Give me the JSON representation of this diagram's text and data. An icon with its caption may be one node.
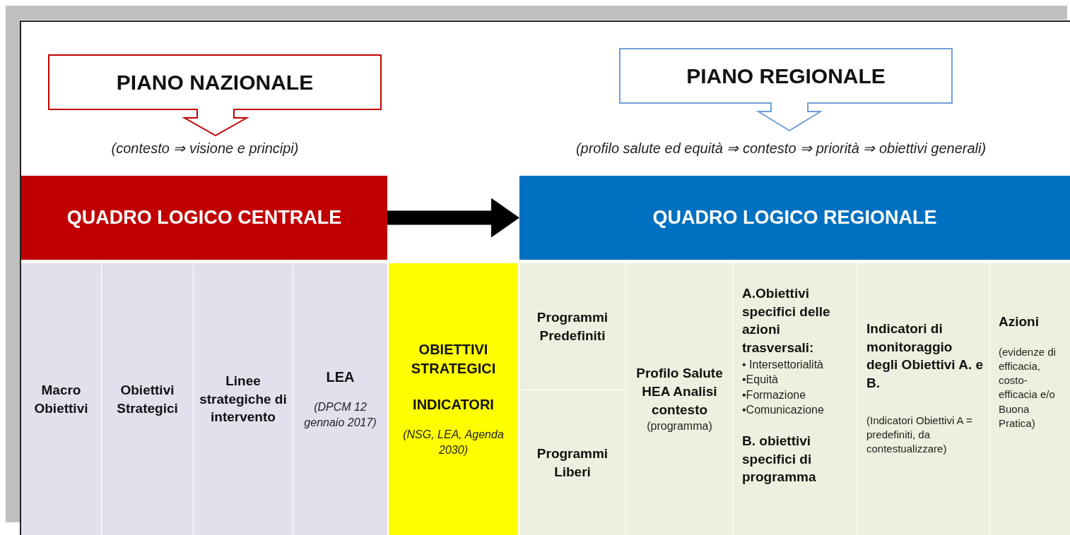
{
  "diagram": {
    "nodes": [
      {
        "text": [
          "PIANO NAZIONALE"
        ],
        "beside": [
          "(contesto ⇒ visione e principi)"
        ]
      },
      {
        "text": [
          "PIANO REGIONALE"
        ],
        "beside": [
          "(profilo salute ed equità ⇒ contesto ⇒ priorità ⇒ obiettivi generali)"
        ]
      },
      {
        "text": [
          "QUADRO LOGICO CENTRALE"
        ]
      },
      {
        "text": [
          "QUADRO LOGICO REGIONALE"
        ]
      },
      {
        "text": [
          "Macro Obiettivi"
        ]
      },
      {
        "text": [
          "Obiettivi Strategici"
        ]
      },
      {
        "text": [
          "Linee strategiche di intervento"
        ]
      },
      {
        "text": [
          "LEA",
          "(DPCM 12 gennaio 2017)"
        ]
      },
      {
        "text": [
          "OBIETTIVI STRATEGICI",
          "INDICATORI",
          "(NSG, LEA, Agenda 2030)"
        ]
      },
      {
        "text": [
          "Programmi Predefiniti"
        ]
      },
      {
        "text": [
          "Programmi Liberi"
        ]
      },
      {
        "text": [
          "Profilo Salute HEA Analisi contesto",
          "(programma)"
        ]
      },
      {
        "text": [
          "A.Obiettivi specifici delle azioni trasversali:",
          "• Intersettorialità",
          "•Equità",
          "•Formazione",
          "•Comunicazione",
          "B. obiettivi specifici di programma"
        ]
      },
      {
        "text": [
          "Indicatori di monitoraggio degli Obiettivi A. e B.",
          "(Indicatori Obiettivi A = predefiniti, da contestualizzare)"
        ]
      },
      {
        "text": [
          "Azioni",
          "(evidenze di efficacia, costo-efficacia e/o Buona Pratica)"
        ]
      }
    ],
    "edges": [
      {
        "from": 2,
        "to": 3,
        "arrow": "to"
      }
    ]
  }
}
